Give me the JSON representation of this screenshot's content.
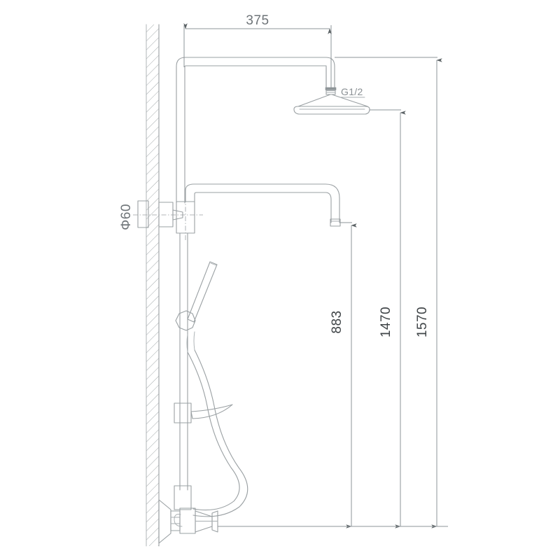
{
  "drawing": {
    "title": "Shower Column Side Elevation",
    "type": "technical-line-drawing",
    "background_color": "#ffffff",
    "line_color": "#9aa0a3",
    "text_color": "#6e7478",
    "arrow_color": "#5c6366",
    "units": "mm"
  },
  "dimensions": {
    "horizontal": [
      {
        "id": "dim-375",
        "label": "375",
        "orientation": "horizontal",
        "value": 375,
        "description": "Projection from wall to shower head center"
      }
    ],
    "vertical": [
      {
        "id": "dim-883",
        "label": "883",
        "orientation": "vertical",
        "value": 883,
        "description": "Height from base to spout outlet"
      },
      {
        "id": "dim-1470",
        "label": "1470",
        "orientation": "vertical",
        "value": 1470,
        "description": "Height from base to shower head"
      },
      {
        "id": "dim-1570",
        "label": "1570",
        "orientation": "vertical",
        "value": 1570,
        "description": "Overall height from base to top of riser"
      }
    ]
  },
  "annotations": [
    {
      "id": "thread-spec",
      "label": "G1/2",
      "description": "Shower head inlet thread size",
      "underlined": true
    },
    {
      "id": "diameter-spec",
      "label": "Φ60",
      "description": "Wall escutcheon diameter",
      "rotated": true
    }
  ],
  "components": {
    "wall": "hatched-wall-section",
    "riser_pipe": "vertical-riser",
    "top_arm": "rainfall-shower-arm",
    "shower_head": "rain-shower-head-disc",
    "diverter": "wall-mounted-diverter-body",
    "spout_arm": "curved-bath-spout-arm",
    "slide_bar": "hand-shower-slide-bar",
    "hand_shower": "hand-held-shower-wand",
    "hand_shower_holder": "adjustable-holder-bracket",
    "soap_shelf": "slide-bar-bracket",
    "hose": "flexible-shower-hose",
    "mixer_valve": "bottom-mixer-valve-with-handle",
    "escutcheon": "wall-flange-escutcheon"
  }
}
